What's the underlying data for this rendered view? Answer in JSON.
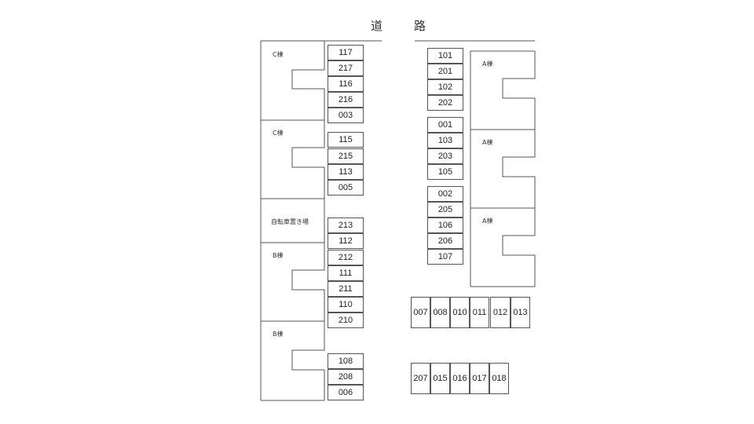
{
  "road": {
    "char1": "道",
    "char2": "路"
  },
  "buildings": {
    "c1": "C棟",
    "c2": "C棟",
    "bike": "自転車置き場",
    "b1": "B棟",
    "b2": "B棟",
    "a1": "A棟",
    "a2": "A棟",
    "a3": "A棟"
  },
  "left_col": {
    "g1": [
      "117",
      "217",
      "116",
      "216",
      "003"
    ],
    "g2": [
      "115",
      "215",
      "113",
      "005"
    ],
    "g3": [
      "213",
      "112",
      "212",
      "111",
      "211",
      "110",
      "210"
    ],
    "g4": [
      "108",
      "208",
      "006"
    ]
  },
  "mid_col": {
    "g1": [
      "101",
      "201",
      "102",
      "202"
    ],
    "g2": [
      "001",
      "103",
      "203",
      "105"
    ],
    "g3": [
      "002",
      "205",
      "106",
      "206",
      "107"
    ]
  },
  "bottom_rows": {
    "row1": [
      "007",
      "008",
      "010",
      "011",
      "012",
      "013"
    ],
    "row2": [
      "207",
      "015",
      "016",
      "017",
      "018"
    ]
  }
}
